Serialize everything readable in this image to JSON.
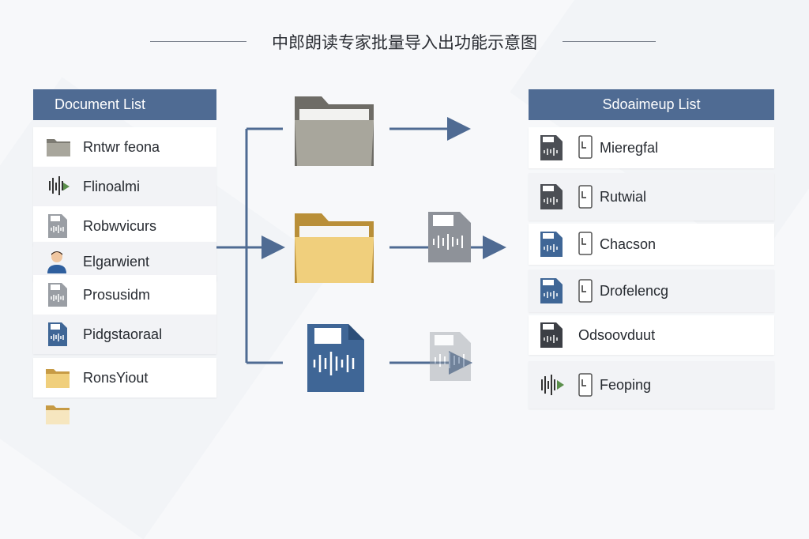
{
  "title": "中郎朗读专家批量导入出功能示意图",
  "left_panel": {
    "header": "Document List",
    "items": [
      {
        "label": "Rntwr feona",
        "icon": "folder-gray-icon"
      },
      {
        "label": "Flinoalmi",
        "icon": "audio-waveform-arrow-icon"
      },
      {
        "label": "Robwvicurs",
        "icon": "audio-file-gray-icon"
      },
      {
        "label": "Elgarwient",
        "icon": "person-avatar-icon"
      },
      {
        "label": "Prosusidm",
        "icon": "audio-file-gray-icon"
      },
      {
        "label": "Pidgstaoraal",
        "icon": "audio-file-blue-icon"
      },
      {
        "label": "RonsYiout",
        "icon": "folder-yellow-icon"
      },
      {
        "label": "",
        "icon": "folder-yellow-icon"
      }
    ]
  },
  "right_panel": {
    "header": "Sdoaimeup List",
    "items": [
      {
        "label": "Mieregfal",
        "icon": "audio-file-dark-icon"
      },
      {
        "label": "Rutwial",
        "icon": "audio-file-dark-icon"
      },
      {
        "label": "Chacson",
        "icon": "audio-file-blue-icon"
      },
      {
        "label": "Drofelencg",
        "icon": "audio-file-blue-icon"
      },
      {
        "label": "Odsoovduut",
        "icon": "audio-file-dark-icon"
      },
      {
        "label": "Feoping",
        "icon": "audio-waveform-arrow-icon"
      }
    ]
  },
  "colors": {
    "header": "#4f6b93",
    "arrow": "#4f6b93",
    "folder_gray": "#a8a69c",
    "folder_yellow": "#f0cf7c",
    "audio_blue": "#3f6696",
    "audio_gray": "#9a9ea4",
    "audio_dark": "#4b4e54"
  }
}
